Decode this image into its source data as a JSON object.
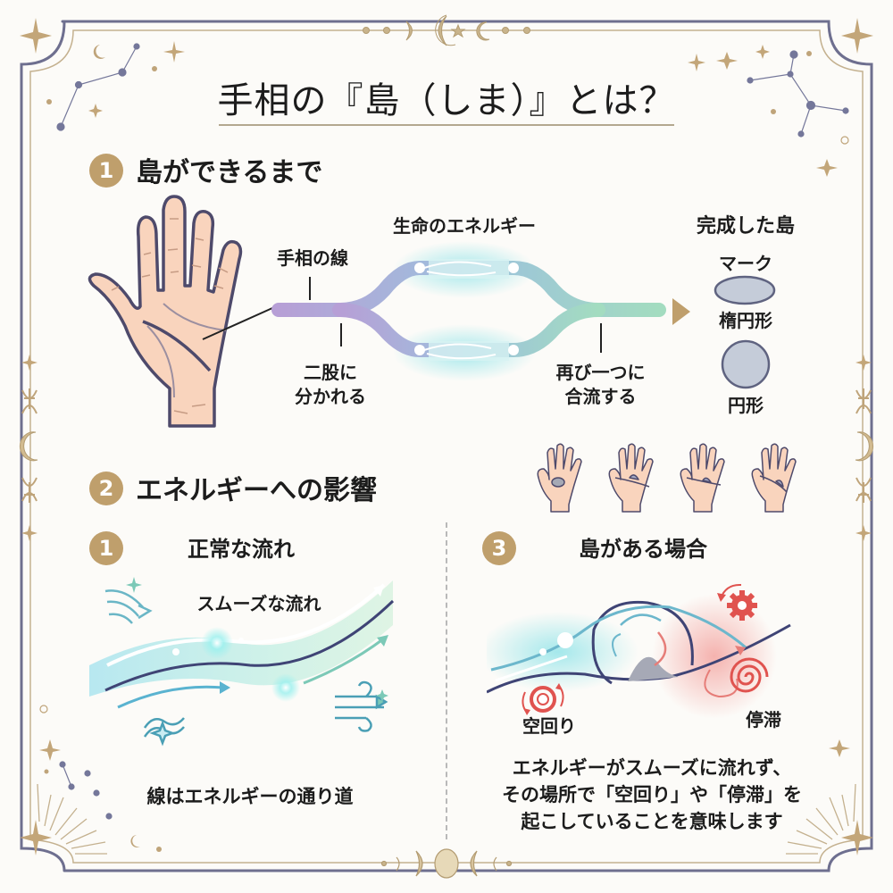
{
  "title": "手相の『島（しま）』とは？",
  "section1": {
    "badge": "1",
    "heading": "島ができるまで",
    "labels": {
      "palm_line": "手相の線",
      "life_energy": "生命のエネルギー",
      "split_line1": "二股に",
      "split_line2": "分かれる",
      "merge_line1": "再び一つに",
      "merge_line2": "合流する"
    },
    "result": {
      "heading": "完成した島",
      "subheading": "マーク",
      "shapes": [
        {
          "name": "楕円形",
          "shape": "ellipse"
        },
        {
          "name": "円形",
          "shape": "circle"
        }
      ]
    },
    "colors": {
      "line_start": "#b79fd6",
      "line_mid": "#9cb5dc",
      "line_end": "#a3dcc0",
      "glow": "#7fe0e6",
      "island_fill": "#c5ccd9",
      "island_stroke": "#5f6380"
    }
  },
  "section2": {
    "badge": "2",
    "heading": "エネルギーへの影響",
    "panels": [
      {
        "badge": "1",
        "heading": "正常な流れ",
        "flow_label": "スムーズな流れ",
        "caption": "線はエネルギーの通り道"
      },
      {
        "badge": "3",
        "heading": "島がある場合",
        "left_label": "空回り",
        "right_label": "停滞",
        "caption_lines": [
          "エネルギーがスムーズに流れず、",
          "その場所で「空回り」や「停滞」を",
          "起こしていることを意味します"
        ]
      }
    ],
    "hand_examples_count": 4
  },
  "theme": {
    "gold": "#bf9f6c",
    "navy": "#6e6f8f",
    "background": "#fcfbf8",
    "warning_red": "#e0534f"
  }
}
